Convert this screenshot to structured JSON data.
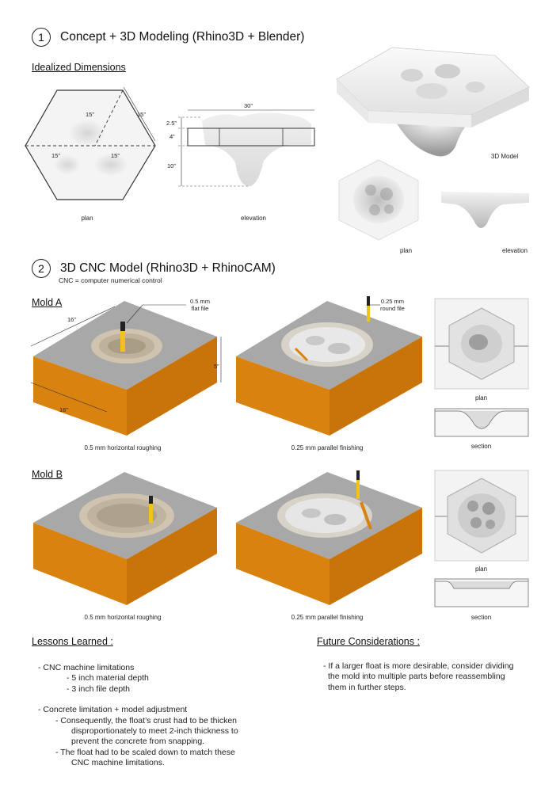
{
  "section1": {
    "number": "1",
    "title": "Concept + 3D Modeling  (Rhino3D + Blender)",
    "subhead": "Idealized Dimensions",
    "plan_dims": {
      "d1": "15”",
      "d2": "15”",
      "d3": "15”",
      "d4": "15”"
    },
    "elev_dims": {
      "width": "30”",
      "top": "2.5”",
      "mid": "4”",
      "bottom": "10”"
    },
    "captions": {
      "plan": "plan",
      "elevation": "elevation",
      "model": "3D Model",
      "plan2": "plan",
      "elevation2": "elevation"
    }
  },
  "section2": {
    "number": "2",
    "title": "3D CNC Model  (Rhino3D + RhinoCAM)",
    "subtitle": "CNC = computer numerical control",
    "moldA": {
      "label": "Mold A",
      "dim_w": "16”",
      "dim_d": "16”",
      "dim_h": "5”",
      "tool1": [
        "0.5 mm",
        "flat file"
      ],
      "tool2": [
        "0.25 mm",
        "round file"
      ],
      "cap_rough": "0.5 mm horizontal roughing",
      "cap_finish": "0.25 mm parallel finishing",
      "cap_plan": "plan",
      "cap_section": "section"
    },
    "moldB": {
      "label": "Mold B",
      "cap_rough": "0.5 mm horizontal roughing",
      "cap_finish": "0.25 mm parallel finishing",
      "cap_plan": "plan",
      "cap_section": "section"
    }
  },
  "lessons": {
    "title": "Lessons Learned :",
    "items": [
      "-  CNC machine limitations",
      "-  5 inch material depth",
      "-  3 inch file depth",
      "-  Concrete limitation + model adjustment",
      "-  Consequently, the float’s crust had to be thicken",
      "disproportionately to meet 2-inch thickness to",
      "prevent the concrete from snapping.",
      "-  The float had to be scaled down to match these",
      "CNC machine limitations."
    ]
  },
  "future": {
    "title": "Future Considerations :",
    "items": [
      "-  If a larger float is more desirable, consider dividing",
      "the mold into multiple parts before reassembling",
      "them in further steps."
    ]
  },
  "colors": {
    "orange": "#d9820f",
    "grey_top": "#a8a8a8",
    "tool_yellow": "#f2c21b"
  }
}
